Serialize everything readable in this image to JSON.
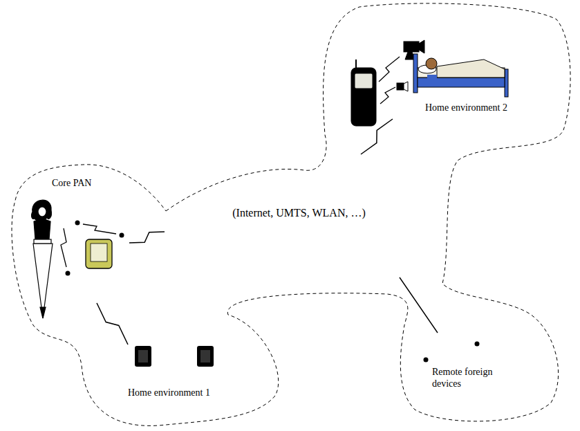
{
  "diagram": {
    "nodes": [
      {
        "text": [
          "Home environment 2"
        ]
      },
      {
        "text": [
          "Core PAN"
        ]
      },
      {
        "text": [
          "(Internet, UMTS, WLAN, …)"
        ]
      },
      {
        "text": [
          "Remote foreign devices"
        ]
      },
      {
        "text": [
          "Home environment 1"
        ]
      }
    ],
    "edges": [
      {
        "from": 1,
        "to": 2,
        "arrow": "none"
      },
      {
        "from": 1,
        "to": 4,
        "arrow": "none"
      },
      {
        "from": 2,
        "to": 0,
        "arrow": "none"
      },
      {
        "from": 2,
        "to": 3,
        "arrow": "none"
      }
    ]
  }
}
